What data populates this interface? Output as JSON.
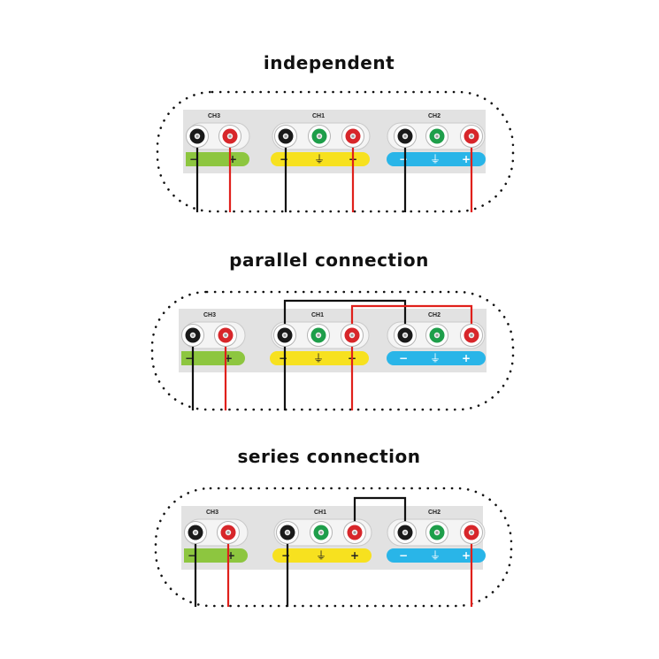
{
  "colors": {
    "panel": "#e2e2e2",
    "ch3_bar": "#8dc63f",
    "ch1_bar": "#f7e11f",
    "ch2_bar": "#29b5e8",
    "wire_black": "#111111",
    "wire_red": "#e0201b",
    "terminal_red": "#d7262a",
    "terminal_green": "#1e9e4a",
    "terminal_black": "#1a1a1a"
  },
  "channels": {
    "ch3": {
      "label": "CH3",
      "minus": "−",
      "plus": "+"
    },
    "ch1": {
      "label": "CH1",
      "minus": "−",
      "ground": "⏚",
      "plus": "+"
    },
    "ch2": {
      "label": "CH2",
      "minus": "−",
      "ground": "⏚",
      "plus": "+"
    }
  },
  "sections": [
    {
      "id": "independent",
      "title": "independent"
    },
    {
      "id": "parallel",
      "title": "parallel connection"
    },
    {
      "id": "series",
      "title": "series connection"
    }
  ]
}
